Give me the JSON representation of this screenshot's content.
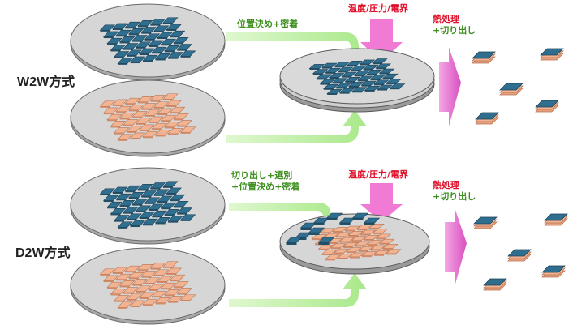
{
  "methods": {
    "w2w": "W2W方式",
    "d2w": "D2W方式"
  },
  "labels": {
    "w2w_align": "位置決め+密着",
    "w2w_process": "温度/圧力/電界",
    "w2w_heat": "熱処理",
    "w2w_cut": "+切り出し",
    "d2w_align1": "切り出し+選別",
    "d2w_align2": "+位置決め+密着",
    "d2w_process": "温度/圧力/電界",
    "d2w_heat": "熱処理",
    "d2w_cut": "+切り出し"
  },
  "colors": {
    "blue_die": "#2f6e8e",
    "peach_die": "#f2b393",
    "wafer": "#d6d6d6",
    "green_arrow": "#b9ee9c",
    "pink_arrow": "#f07ad4",
    "magenta_arrow": "#e060c8",
    "divider": "#3f6ea5",
    "label_red": "#e0102a",
    "label_green": "#3d8f1e"
  }
}
